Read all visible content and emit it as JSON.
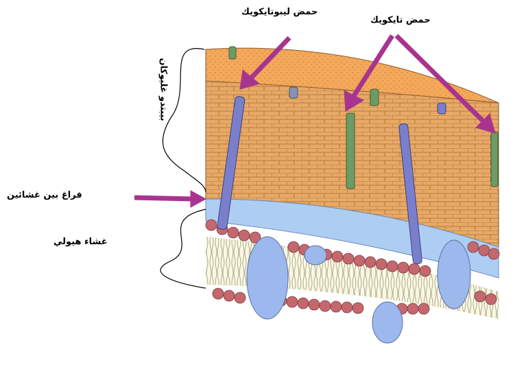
{
  "labels": {
    "lipoteichoic_acid": "حمض ليبوتايكويك",
    "teichoic_acid": "حمض تايكويك",
    "peptidoglycan": "بيبتدو غليوكان",
    "periplasmic_space": "فراغ بين غشائين",
    "plasma_membrane": "غشاء هيولي"
  },
  "colors": {
    "peptidoglycan_top": "#f3a85a",
    "peptidoglycan_body": "#e7a965",
    "periplasm": "#aecdf2",
    "lipid_head": "#c4686e",
    "membrane_protein": "#9db8ec",
    "lipoteichoic_rod": "#7a7fcc",
    "teichoic_rod": "#6e9a66",
    "arrow": "#a8348f"
  }
}
